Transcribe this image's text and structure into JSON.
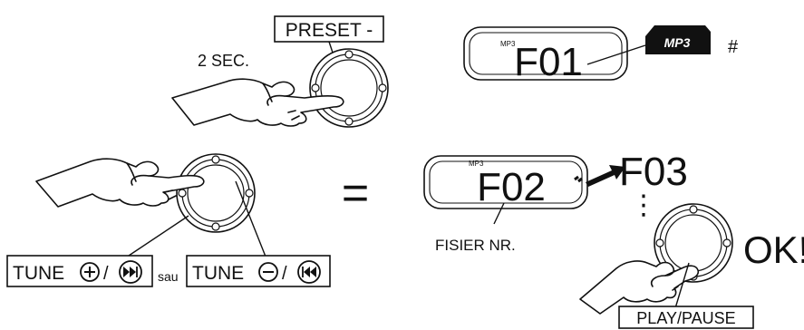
{
  "labels": {
    "preset_minus": "PRESET -",
    "two_sec": "2 SEC.",
    "tune_plus_prefix": "TUNE",
    "tune_minus_prefix": "TUNE",
    "slash": "/",
    "sau": "sau",
    "equals": "=",
    "fisier_nr": "FISIER NR.",
    "play_pause": "PLAY/PAUSE",
    "ok": "OK!",
    "hash": "#",
    "f03": "F03",
    "dots": "⋮"
  },
  "displays": {
    "top": {
      "tag": "MP3",
      "value": "F01"
    },
    "bottom": {
      "tag": "MP3",
      "value": "F02"
    }
  },
  "badge": {
    "text": "MP3"
  },
  "icons": [
    "plus-circle-icon",
    "next-track-icon",
    "minus-circle-icon",
    "prev-track-icon",
    "arrow-right-icon",
    "hand-icon",
    "knob-icon"
  ]
}
